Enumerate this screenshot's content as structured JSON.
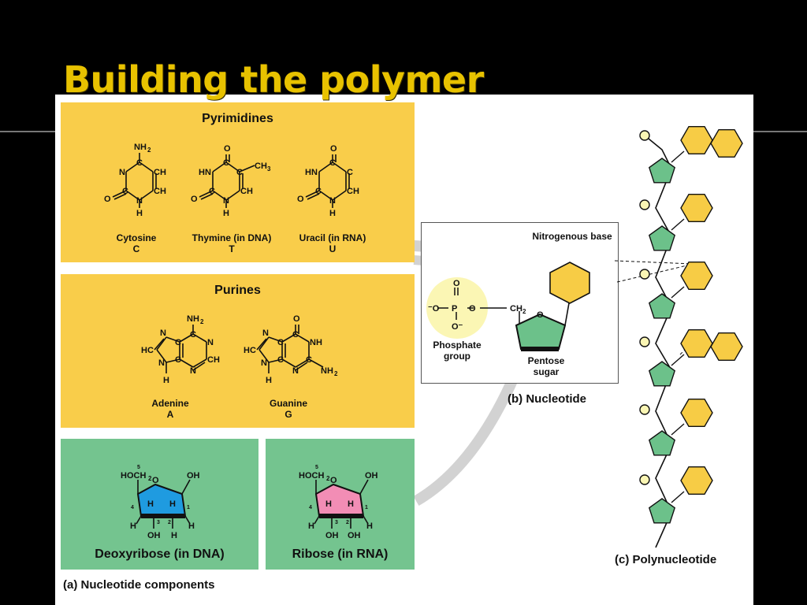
{
  "slide": {
    "title": "Building the polymer"
  },
  "pyrimidines": {
    "title": "Pyrimidines",
    "items": [
      {
        "name": "Cytosine",
        "code": "C"
      },
      {
        "name": "Thymine (in DNA)",
        "code": "T"
      },
      {
        "name": "Uracil (in RNA)",
        "code": "U"
      }
    ]
  },
  "purines": {
    "title": "Purines",
    "items": [
      {
        "name": "Adenine",
        "code": "A"
      },
      {
        "name": "Guanine",
        "code": "G"
      }
    ]
  },
  "sugars": {
    "deoxyribose": "Deoxyribose (in DNA)",
    "ribose": "Ribose (in RNA)"
  },
  "nucleotide": {
    "nitrogenous_base": "Nitrogenous base",
    "phosphate_group": "Phosphate group",
    "pentose_sugar": "Pentose sugar",
    "caption": "(b) Nucleotide"
  },
  "captions": {
    "components": "(a) Nucleotide components",
    "polynucleotide": "(c) Polynucleotide"
  },
  "colors": {
    "title": "#e8c200",
    "base_panel": "#f9cd4a",
    "sugar_panel": "#74c48f",
    "deoxyribose_ring": "#1f9be0",
    "ribose_ring": "#f28db5",
    "pentagon": "#6cc18a",
    "hexagon": "#f7cc45",
    "phosphate": "#fbf6b4"
  }
}
